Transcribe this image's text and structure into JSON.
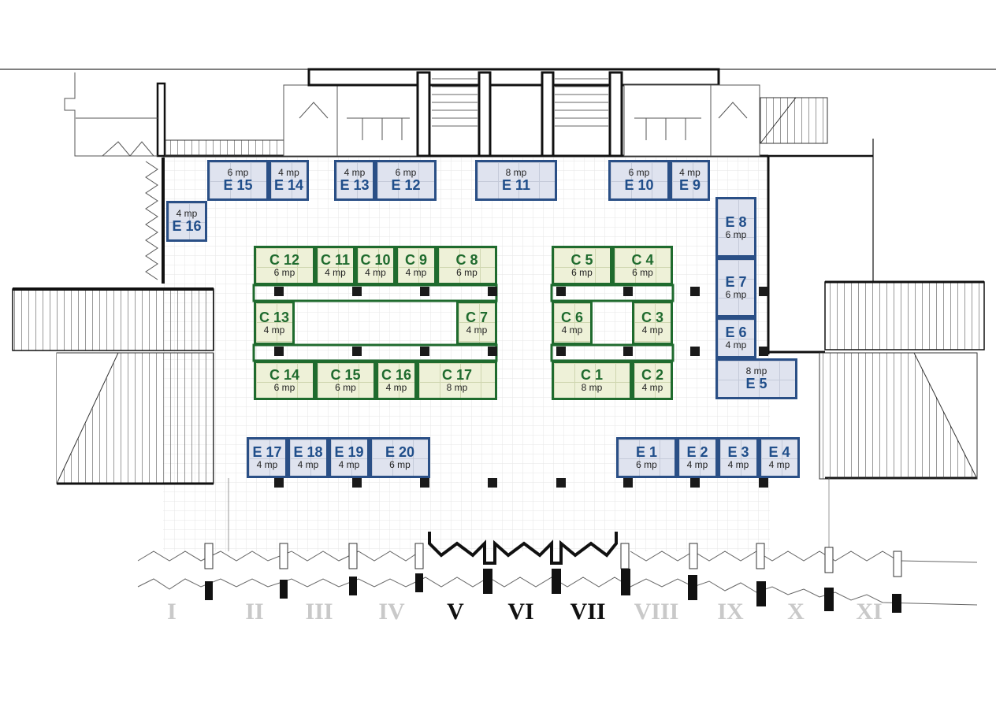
{
  "booths": [
    {
      "id": "E 15",
      "size": "6 mp",
      "zone": "E"
    },
    {
      "id": "E 14",
      "size": "4 mp",
      "zone": "E"
    },
    {
      "id": "E 13",
      "size": "4 mp",
      "zone": "E"
    },
    {
      "id": "E 12",
      "size": "6 mp",
      "zone": "E"
    },
    {
      "id": "E 11",
      "size": "8 mp",
      "zone": "E"
    },
    {
      "id": "E 10",
      "size": "6 mp",
      "zone": "E"
    },
    {
      "id": "E 9",
      "size": "4 mp",
      "zone": "E"
    },
    {
      "id": "E 16",
      "size": "4 mp",
      "zone": "E"
    },
    {
      "id": "E 8",
      "size": "6 mp",
      "zone": "E"
    },
    {
      "id": "E 7",
      "size": "6 mp",
      "zone": "E"
    },
    {
      "id": "E 6",
      "size": "4 mp",
      "zone": "E"
    },
    {
      "id": "E 5",
      "size": "8 mp",
      "zone": "E"
    },
    {
      "id": "E 17",
      "size": "4 mp",
      "zone": "E"
    },
    {
      "id": "E 18",
      "size": "4 mp",
      "zone": "E"
    },
    {
      "id": "E 19",
      "size": "4 mp",
      "zone": "E"
    },
    {
      "id": "E 20",
      "size": "6 mp",
      "zone": "E"
    },
    {
      "id": "E 1",
      "size": "6 mp",
      "zone": "E"
    },
    {
      "id": "E 2",
      "size": "4 mp",
      "zone": "E"
    },
    {
      "id": "E 3",
      "size": "4 mp",
      "zone": "E"
    },
    {
      "id": "E 4",
      "size": "4 mp",
      "zone": "E"
    },
    {
      "id": "C 12",
      "size": "6 mp",
      "zone": "C"
    },
    {
      "id": "C 11",
      "size": "4 mp",
      "zone": "C"
    },
    {
      "id": "C 10",
      "size": "4 mp",
      "zone": "C"
    },
    {
      "id": "C 9",
      "size": "4 mp",
      "zone": "C"
    },
    {
      "id": "C 8",
      "size": "6 mp",
      "zone": "C"
    },
    {
      "id": "C 5",
      "size": "6 mp",
      "zone": "C"
    },
    {
      "id": "C 4",
      "size": "6 mp",
      "zone": "C"
    },
    {
      "id": "C 13",
      "size": "4 mp",
      "zone": "C"
    },
    {
      "id": "C 7",
      "size": "4 mp",
      "zone": "C"
    },
    {
      "id": "C 6",
      "size": "4 mp",
      "zone": "C"
    },
    {
      "id": "C 3",
      "size": "4 mp",
      "zone": "C"
    },
    {
      "id": "C 14",
      "size": "6 mp",
      "zone": "C"
    },
    {
      "id": "C 15",
      "size": "6 mp",
      "zone": "C"
    },
    {
      "id": "C 16",
      "size": "4 mp",
      "zone": "C"
    },
    {
      "id": "C 17",
      "size": "8 mp",
      "zone": "C"
    },
    {
      "id": "C 1",
      "size": "8 mp",
      "zone": "C"
    },
    {
      "id": "C 2",
      "size": "4 mp",
      "zone": "C"
    }
  ],
  "bays": [
    {
      "label": "I",
      "active": false
    },
    {
      "label": "II",
      "active": false
    },
    {
      "label": "III",
      "active": false
    },
    {
      "label": "IV",
      "active": false
    },
    {
      "label": "V",
      "active": true
    },
    {
      "label": "VI",
      "active": true
    },
    {
      "label": "VII",
      "active": true
    },
    {
      "label": "VIII",
      "active": false
    },
    {
      "label": "IX",
      "active": false
    },
    {
      "label": "X",
      "active": false
    },
    {
      "label": "XI",
      "active": false
    }
  ],
  "colors": {
    "e_zone": "#204e8a",
    "c_zone": "#1f6b2e",
    "inactive_numeral": "#c9c9c9",
    "active_numeral": "#111111"
  }
}
